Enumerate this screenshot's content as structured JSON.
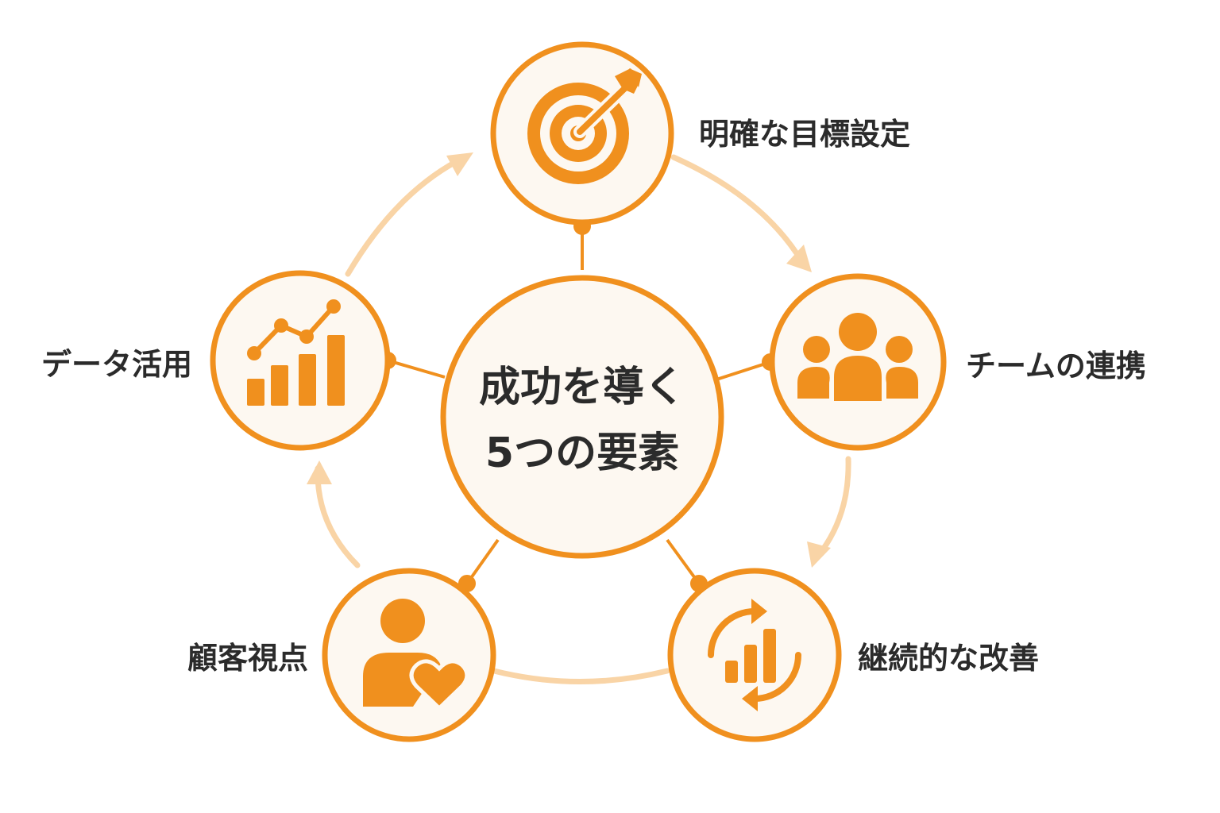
{
  "center": {
    "line1": "成功を導く",
    "line2": "5つの要素"
  },
  "elements": [
    {
      "label": "明確な目標設定",
      "icon": "target-icon"
    },
    {
      "label": "チームの連携",
      "icon": "team-icon"
    },
    {
      "label": "継続的な改善",
      "icon": "improvement-cycle-icon"
    },
    {
      "label": "顧客視点",
      "icon": "customer-heart-icon"
    },
    {
      "label": "データ活用",
      "icon": "growth-chart-icon"
    }
  ],
  "colors": {
    "accent": "#F0901E",
    "accent_light": "#F9D4A6",
    "fill": "#FDF8F1",
    "text": "#2B2B2B"
  }
}
